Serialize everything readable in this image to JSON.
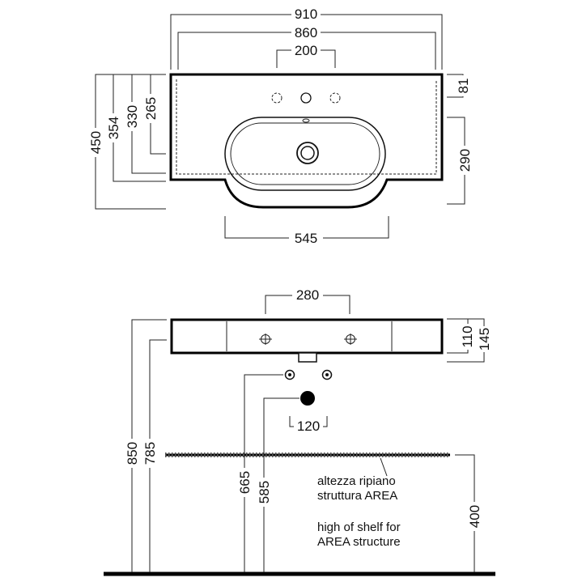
{
  "plan_view": {
    "overall_width": "910",
    "inner_width": "860",
    "tap_spacing": "200",
    "left_depth_1": "450",
    "left_depth_2": "354",
    "left_depth_3": "330",
    "left_depth_4": "265",
    "right_top": "81",
    "right_bowl": "290",
    "bowl_width": "545"
  },
  "front_view": {
    "width_280": "280",
    "right_110": "110",
    "right_145": "145",
    "waste_spacing": "120",
    "height_850": "850",
    "height_785": "785",
    "height_665": "665",
    "height_585": "585",
    "height_400": "400",
    "note_it_1": "altezza ripiano",
    "note_it_2": "struttura AREA",
    "note_en_1": "high of shelf for",
    "note_en_2": "AREA structure"
  },
  "colors": {
    "line": "#000000",
    "background": "#ffffff"
  }
}
